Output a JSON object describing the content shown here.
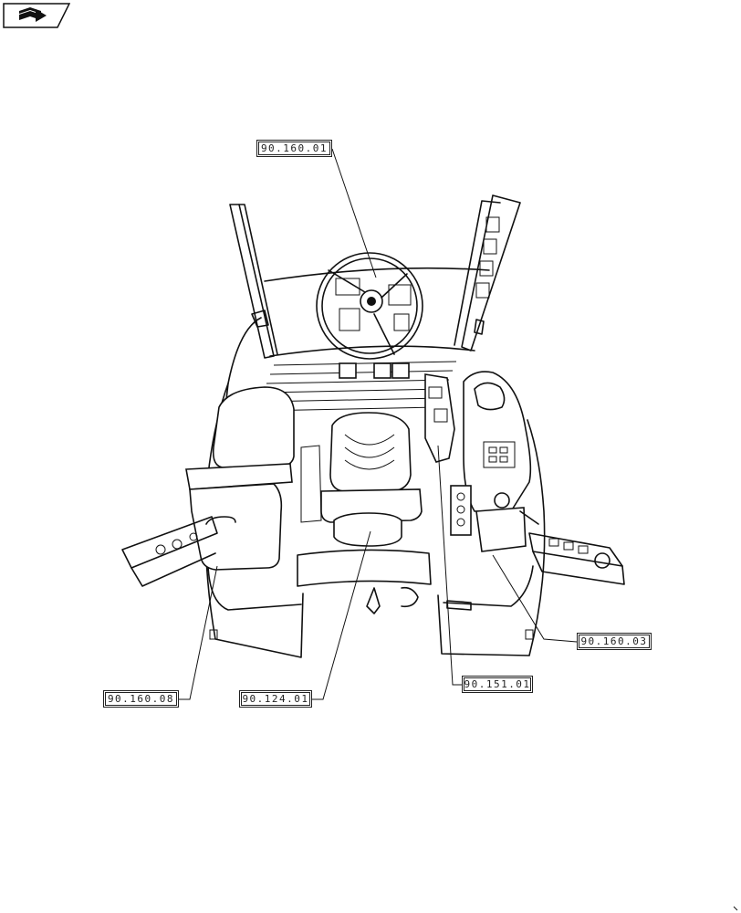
{
  "nav": {
    "icon": "book-arrow-icon"
  },
  "callouts": [
    {
      "id": "seat-top",
      "label": "90.160.01"
    },
    {
      "id": "right-console",
      "label": "90.160.03"
    },
    {
      "id": "left-armrest",
      "label": "90.160.08"
    },
    {
      "id": "seat",
      "label": "90.124.01"
    },
    {
      "id": "control-lever",
      "label": "90.151.01"
    }
  ]
}
